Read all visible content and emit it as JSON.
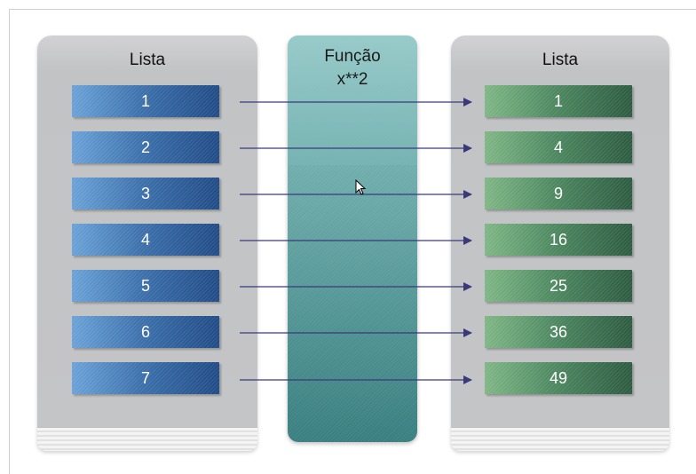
{
  "input_list": {
    "title": "Lista",
    "items": [
      "1",
      "2",
      "3",
      "4",
      "5",
      "6",
      "7"
    ],
    "color": "#3e72ad"
  },
  "function_box": {
    "title": "Função",
    "expression": "x**2",
    "color": "#5e9e9e"
  },
  "output_list": {
    "title": "Lista",
    "items": [
      "1",
      "4",
      "9",
      "16",
      "25",
      "36",
      "49"
    ],
    "color": "#4f8a62"
  },
  "arrow_color": "#3a3a7a",
  "icons": [
    "mouse-pointer-icon"
  ]
}
